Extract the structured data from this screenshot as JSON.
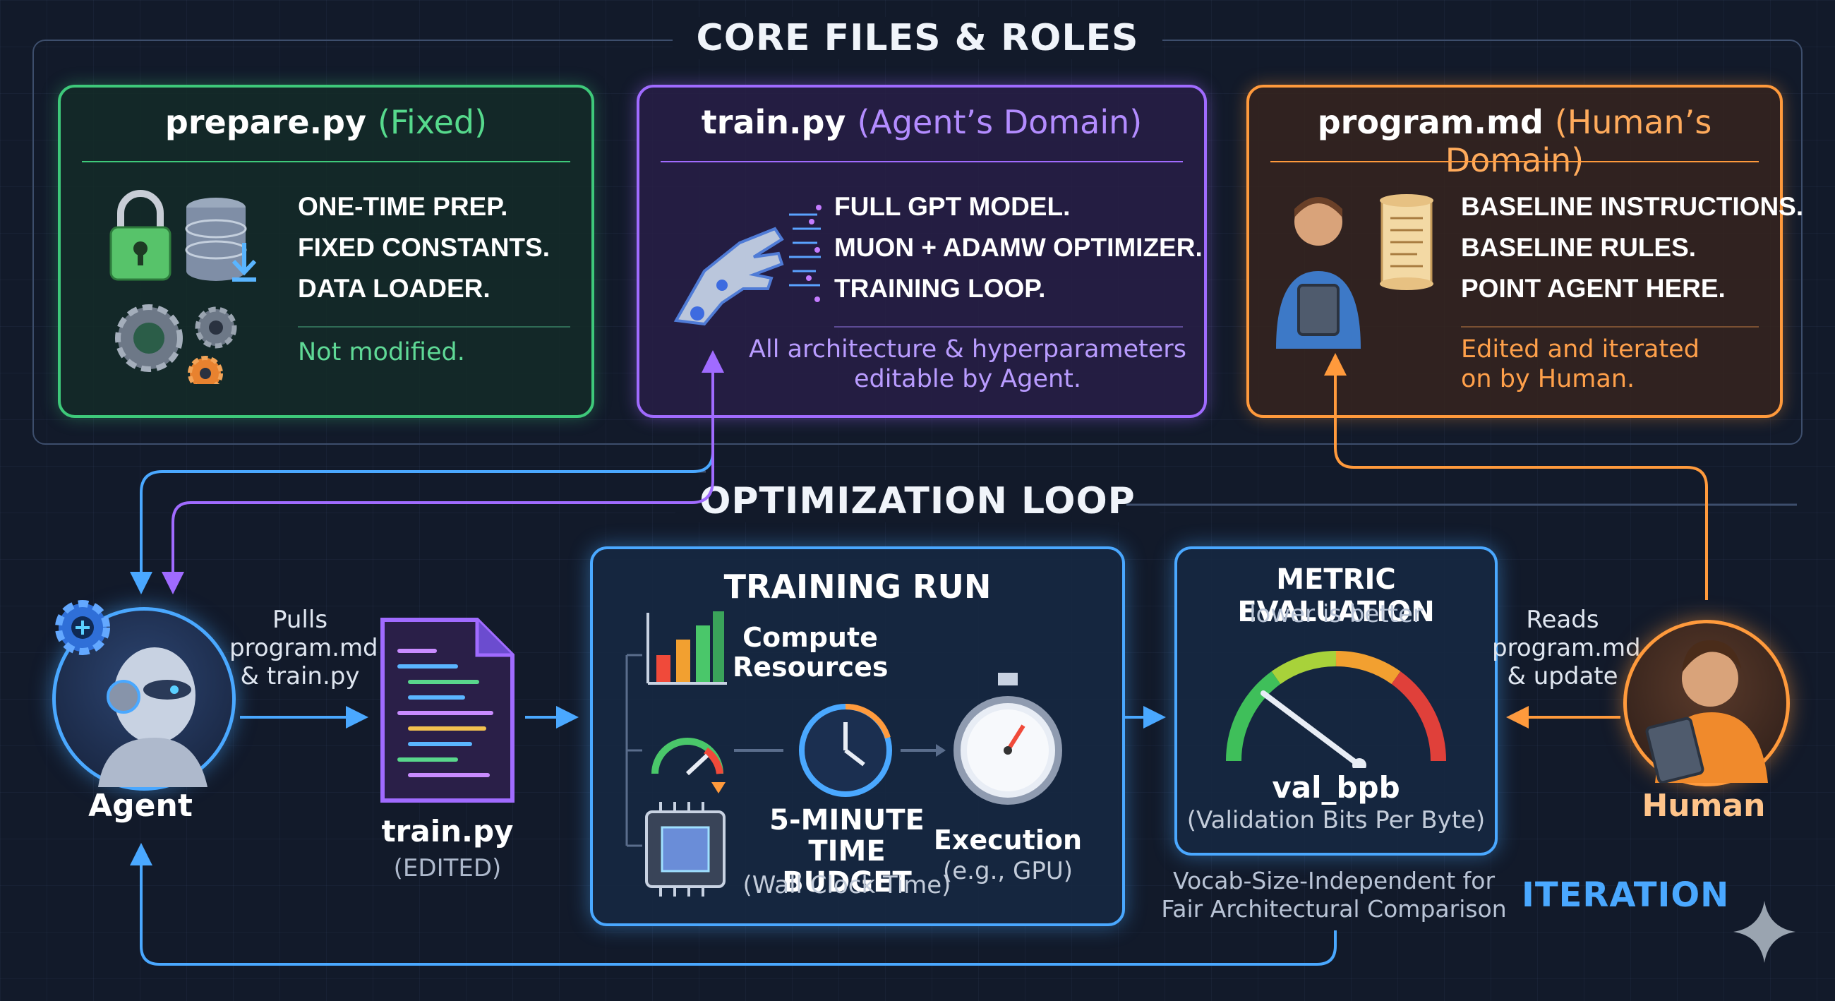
{
  "core_section": {
    "title": "CORE FILES & ROLES"
  },
  "loop_section": {
    "title": "OPTIMIZATION LOOP"
  },
  "prepare_card": {
    "filename": "prepare.py",
    "tag": "(Fixed)",
    "bullets": [
      "ONE-TIME PREP.",
      "FIXED CONSTANTS.",
      "DATA LOADER."
    ],
    "note": "Not modified.",
    "accent": "#4ad07f"
  },
  "train_card": {
    "filename": "train.py",
    "tag": "(Agent’s Domain)",
    "bullets": [
      "FULL GPT MODEL.",
      "MUON + ADAMW OPTIMIZER.",
      "TRAINING LOOP."
    ],
    "note_lines": [
      "All architecture & hyperparameters",
      "editable by Agent."
    ],
    "accent": "#a06bff"
  },
  "program_card": {
    "filename": "program.md",
    "tag": "(Human’s Domain)",
    "bullets": [
      "BASELINE INSTRUCTIONS.",
      "BASELINE RULES.",
      "POINT AGENT HERE."
    ],
    "note_lines": [
      "Edited and iterated",
      "on by Human."
    ],
    "accent": "#ff9a3c"
  },
  "agent": {
    "label": "Agent",
    "pulls_lines": [
      "Pulls",
      "program.md",
      "& train.py"
    ]
  },
  "edited_file": {
    "label": "train.py",
    "sublabel": "(EDITED)"
  },
  "training_run": {
    "title": "TRAINING RUN",
    "compute_lines": [
      "Compute",
      "Resources"
    ],
    "budget_lines": [
      "5-MINUTE",
      "TIME BUDGET"
    ],
    "budget_sub": "(Wall Clock Time)",
    "execution": "Execution",
    "execution_sub": "(e.g., GPU)"
  },
  "metric": {
    "title": "METRIC EVALUATION",
    "subtitle": "lower is better",
    "metric_name": "val_bpb",
    "metric_desc": "(Validation Bits Per Byte)",
    "footnote_lines": [
      "Vocab-Size-Independent for",
      "Fair Architectural Comparison"
    ]
  },
  "human": {
    "label": "Human",
    "reads_lines": [
      "Reads",
      "program.md",
      "& update"
    ]
  },
  "iteration_label": "ITERATION"
}
